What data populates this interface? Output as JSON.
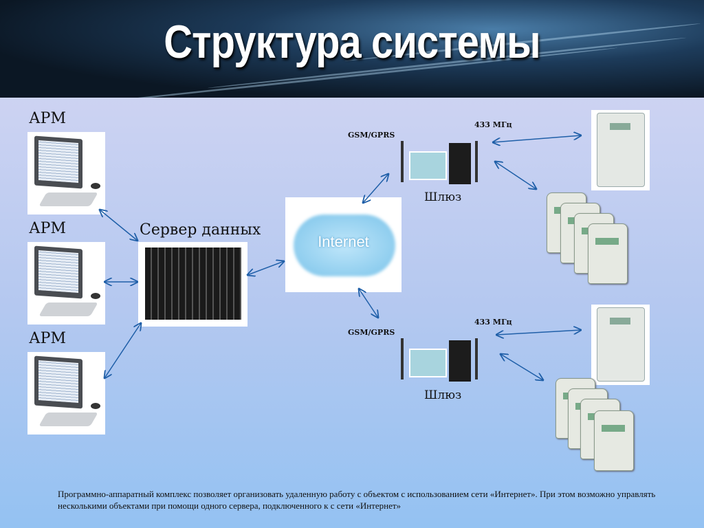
{
  "title": "Структура системы",
  "workstations": [
    {
      "label": "АРМ"
    },
    {
      "label": "АРМ"
    },
    {
      "label": "АРМ"
    }
  ],
  "server": {
    "label": "Сервер данных"
  },
  "internet": {
    "label": "Internet"
  },
  "gateways": [
    {
      "label": "Шлюз",
      "gsm": "GSM/GPRS",
      "radio": "433 МГц"
    },
    {
      "label": "Шлюз",
      "gsm": "GSM/GPRS",
      "radio": "433 МГц"
    }
  ],
  "description": "Программно-аппаратный комплекс позволяет организовать удаленную работу с объектом с использованием сети «Интернет». При этом возможно управлять несколькими объектами при помощи одного сервера, подключенного к с сети «Интернет»",
  "colors": {
    "arrow": "#1f5fa8"
  }
}
